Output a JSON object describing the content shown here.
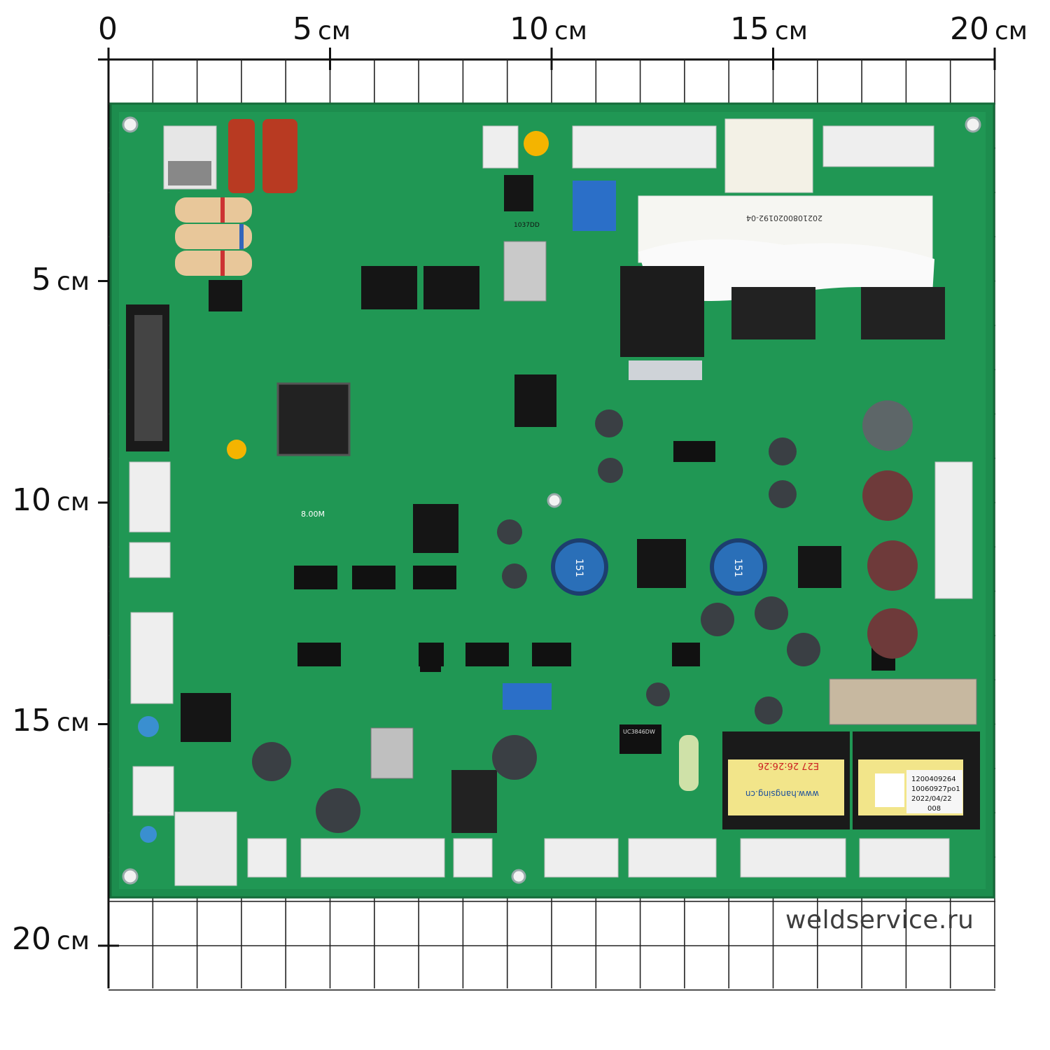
{
  "ruler": {
    "unit": "см",
    "x_labels": [
      {
        "num": "0",
        "unit": ""
      },
      {
        "num": "5",
        "unit": "см"
      },
      {
        "num": "10",
        "unit": "см"
      },
      {
        "num": "15",
        "unit": "см"
      },
      {
        "num": "20",
        "unit": "см"
      }
    ],
    "y_labels": [
      {
        "num": "5",
        "unit": "см"
      },
      {
        "num": "10",
        "unit": "см"
      },
      {
        "num": "15",
        "unit": "см"
      },
      {
        "num": "20",
        "unit": "см"
      }
    ]
  },
  "board": {
    "color": "#1f9a55",
    "markings": {
      "dip_label": "8.00M",
      "chip_label": "1037DD",
      "inductor_1": "151",
      "inductor_2": "151",
      "transformer_text": "E27 26:26:26",
      "transformer_site": "www.hangsing.cn",
      "transformer_code": "2021080020192-04",
      "sticker_line1": "1200409264",
      "sticker_line2": "10060927po1",
      "sticker_line3": "2022/04/22",
      "sticker_line4": "008",
      "ic_label": "UC3846DW"
    }
  },
  "watermark": "weldservice.ru"
}
